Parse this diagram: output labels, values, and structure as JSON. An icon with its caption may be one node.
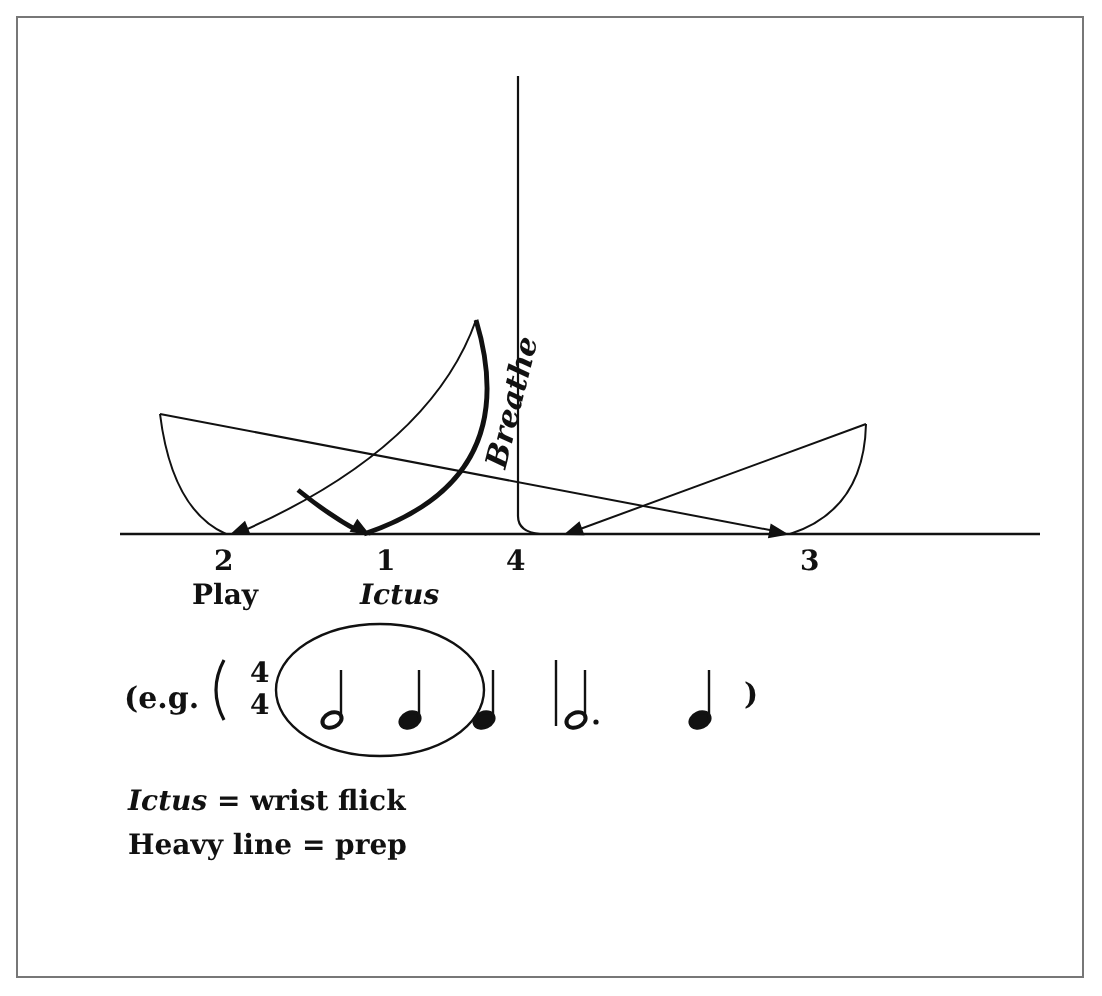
{
  "diagram": {
    "labels": [
      "Breathe",
      "2",
      "1",
      "4",
      "3",
      "Play",
      "Ictus",
      "(e.g.",
      "4",
      "4",
      ")",
      "*Ictus* = wrist flick",
      "Heavy line = prep"
    ]
  }
}
